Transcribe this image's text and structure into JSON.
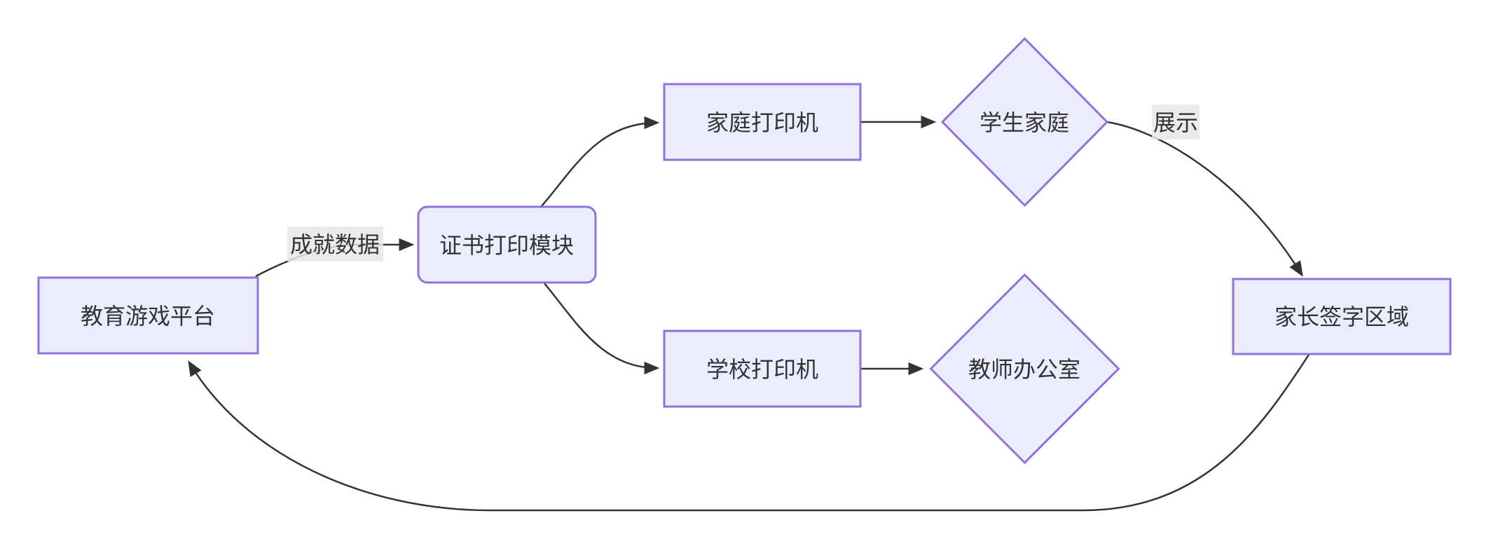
{
  "diagram": {
    "type": "flowchart",
    "direction": "left-to-right",
    "nodes": [
      {
        "id": "platform",
        "label": "教育游戏平台",
        "shape": "rect"
      },
      {
        "id": "print_module",
        "label": "证书打印模块",
        "shape": "rounded-rect"
      },
      {
        "id": "home_printer",
        "label": "家庭打印机",
        "shape": "rect"
      },
      {
        "id": "student_family",
        "label": "学生家庭",
        "shape": "diamond"
      },
      {
        "id": "school_printer",
        "label": "学校打印机",
        "shape": "rect"
      },
      {
        "id": "teacher_office",
        "label": "教师办公室",
        "shape": "diamond"
      },
      {
        "id": "parent_sign",
        "label": "家长签字区域",
        "shape": "rect"
      }
    ],
    "edges": [
      {
        "from": "platform",
        "to": "print_module",
        "label": "成就数据"
      },
      {
        "from": "print_module",
        "to": "home_printer",
        "label": ""
      },
      {
        "from": "home_printer",
        "to": "student_family",
        "label": ""
      },
      {
        "from": "student_family",
        "to": "parent_sign",
        "label": "展示"
      },
      {
        "from": "print_module",
        "to": "school_printer",
        "label": ""
      },
      {
        "from": "school_printer",
        "to": "teacher_office",
        "label": ""
      },
      {
        "from": "parent_sign",
        "to": "platform",
        "label": ""
      }
    ],
    "colors": {
      "node_fill": "#ECECFF",
      "node_border": "#9370DB",
      "edge": "#333333",
      "edge_label_bg": "#e8e8e8",
      "text": "#333333",
      "background": "#ffffff"
    }
  }
}
